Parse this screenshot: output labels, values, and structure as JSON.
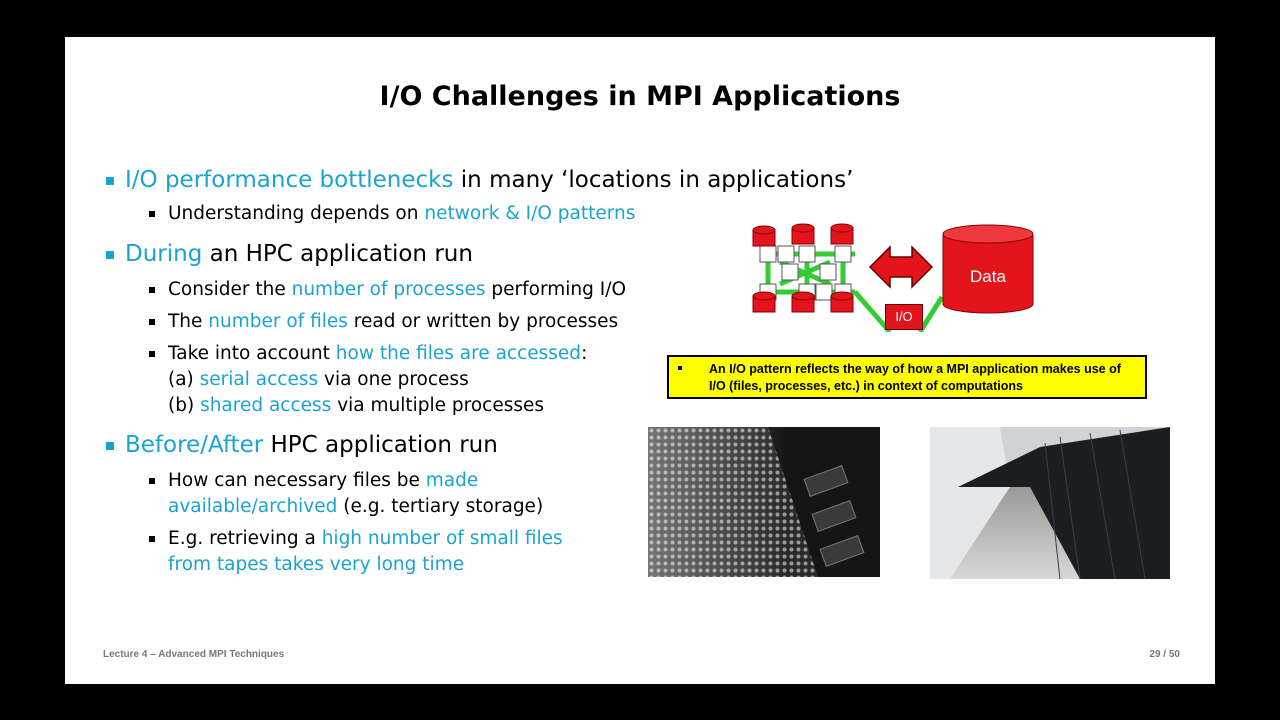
{
  "slide": {
    "title": "I/O Challenges in MPI Applications",
    "bullets": [
      {
        "hl": "I/O performance bottlenecks",
        "rest": " in many ‘locations in applications’"
      },
      {
        "pre": "Understanding depends on ",
        "hl": "network & I/O patterns"
      },
      {
        "hl": "During",
        "rest": " an HPC application run"
      },
      {
        "pre": "Consider the ",
        "hl": "number of processes",
        "rest": " performing I/O"
      },
      {
        "pre": "The ",
        "hl": "number of files",
        "rest": " read or written by processes"
      },
      {
        "pre": "Take into account ",
        "hl": "how the files are accessed",
        "rest": ":"
      },
      {
        "pre": "(a) ",
        "hl": "serial access",
        "rest": " via one process"
      },
      {
        "pre": "(b) ",
        "hl": "shared access",
        "rest": " via multiple processes"
      },
      {
        "hl": "Before/After",
        "rest": " HPC application run"
      },
      {
        "pre": "How can necessary files be ",
        "hl": "made available/archived",
        "rest": " (e.g. tertiary storage)"
      },
      {
        "pre": "E.g. retrieving a ",
        "hl": "high number of small files from tapes takes very long time"
      }
    ],
    "diagram": {
      "data_label": "Data",
      "io_label": "I/O"
    },
    "note": "An I/O pattern reflects the way of how a MPI application makes use of I/O (files, processes, etc.) in context of computations",
    "footer_left": "Lecture 4 – Advanced MPI Techniques",
    "footer_right": "29 / 50",
    "colors": {
      "highlight": "#1aa3d1",
      "note_bg": "#ffff00",
      "cylinder_red": "#e3141b",
      "link_green": "#33cc33"
    }
  }
}
